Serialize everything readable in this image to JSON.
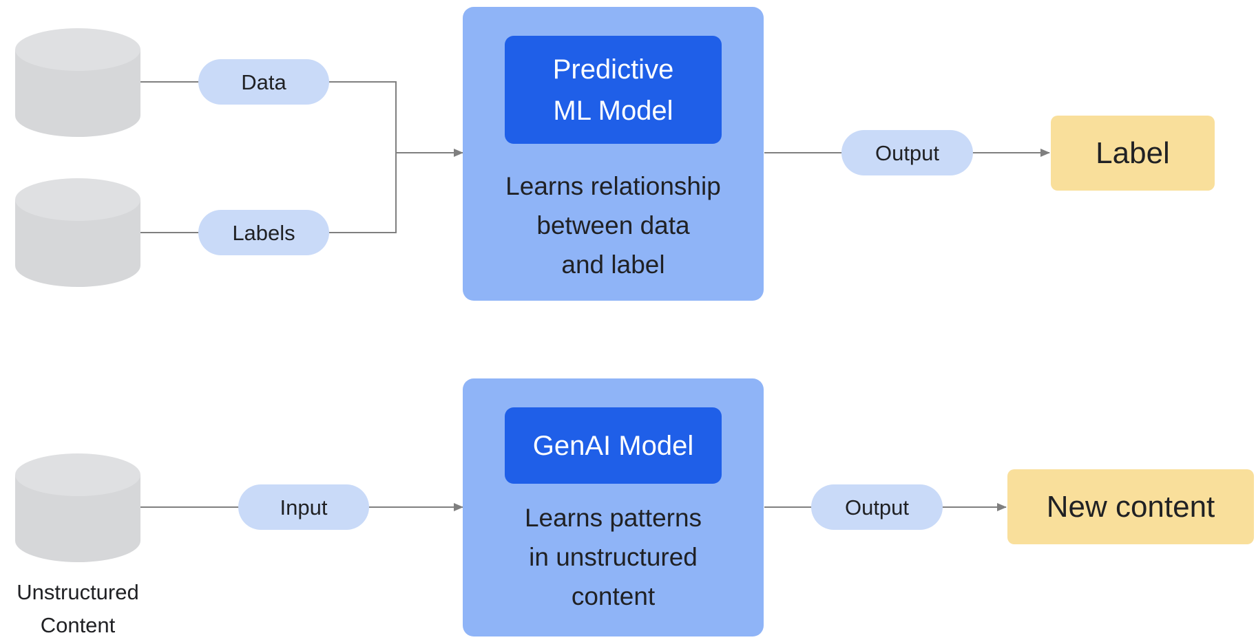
{
  "colors": {
    "database": "#d6d7d9",
    "pill": "#c9daf8",
    "model_box": "#8fb4f7",
    "model_title": "#1f5fe8",
    "result_box": "#f9df9b",
    "connector": "#7f7f7f"
  },
  "predictive_flow": {
    "inputs": [
      {
        "icon": "database-icon",
        "label": "Data"
      },
      {
        "icon": "database-icon",
        "label": "Labels"
      }
    ],
    "model": {
      "title_lines": [
        "Predictive",
        "ML Model"
      ],
      "description_lines": [
        "Learns relationship",
        "between data",
        "and label"
      ]
    },
    "output_label": "Output",
    "result": "Label"
  },
  "genai_flow": {
    "input": {
      "icon": "database-icon",
      "caption_lines": [
        "Unstructured",
        "Content"
      ],
      "label": "Input"
    },
    "model": {
      "title": "GenAI Model",
      "description_lines": [
        "Learns patterns",
        "in unstructured",
        "content"
      ]
    },
    "output_label": "Output",
    "result": "New content"
  }
}
